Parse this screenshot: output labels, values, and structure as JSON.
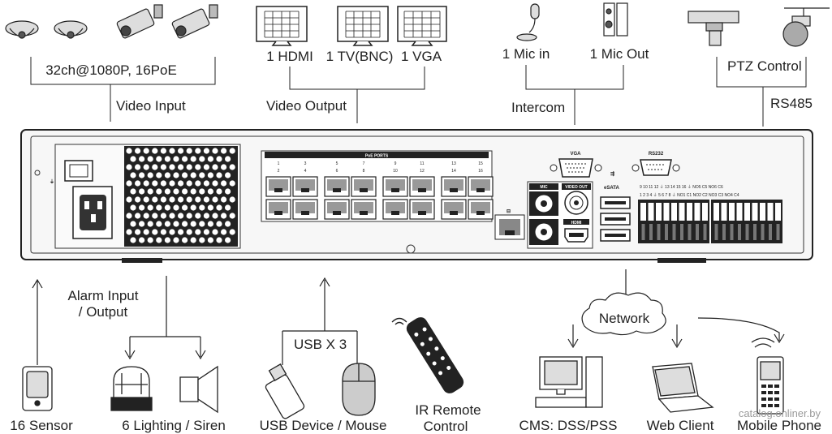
{
  "top": {
    "cameras_caption": "32ch@1080P, 16PoE",
    "video_input": "Video Input",
    "outputs": [
      "1 HDMI",
      "1 TV(BNC)",
      "1 VGA"
    ],
    "video_output": "Video Output",
    "mic_in": "1 Mic in",
    "mic_out": "1 Mic Out",
    "intercom": "Intercom",
    "ptz_control": "PTZ Control",
    "rs485": "RS485"
  },
  "panel": {
    "poe_title": "PoE PORTS",
    "poe_top_numbers": [
      "1",
      "3",
      "5",
      "7",
      "9",
      "11",
      "13",
      "15"
    ],
    "poe_bottom_numbers": [
      "2",
      "4",
      "6",
      "8",
      "10",
      "12",
      "14",
      "16"
    ],
    "vga": "VGA",
    "rs232": "RS232",
    "mic": "MIC",
    "video_out": "VIDEO OUT",
    "hdmi": "HDMI",
    "esata": "eSATA",
    "term_top": "9 10 11 12 ⏚ 13 14 15 16 ⏚ NO5 C5 NO6 C6",
    "term_bottom": "1 2 3 4 ⏚ 5 6 7 8 ⏚ NO1 C1 NO2 C2 NO3 C3 NO4 C4"
  },
  "bottom": {
    "alarm_io": [
      "Alarm Input",
      "/ Output"
    ],
    "usb_x3": "USB X 3",
    "network": "Network",
    "sensor": "16 Sensor",
    "lighting_siren": "6 Lighting / Siren",
    "usb_device_mouse": "USB Device / Mouse",
    "ir_remote": [
      "IR Remote",
      "Control"
    ],
    "cms": "CMS: DSS/PSS",
    "web_client": "Web Client",
    "mobile_phone": "Mobile Phone"
  },
  "watermark": "catalog.onliner.by"
}
